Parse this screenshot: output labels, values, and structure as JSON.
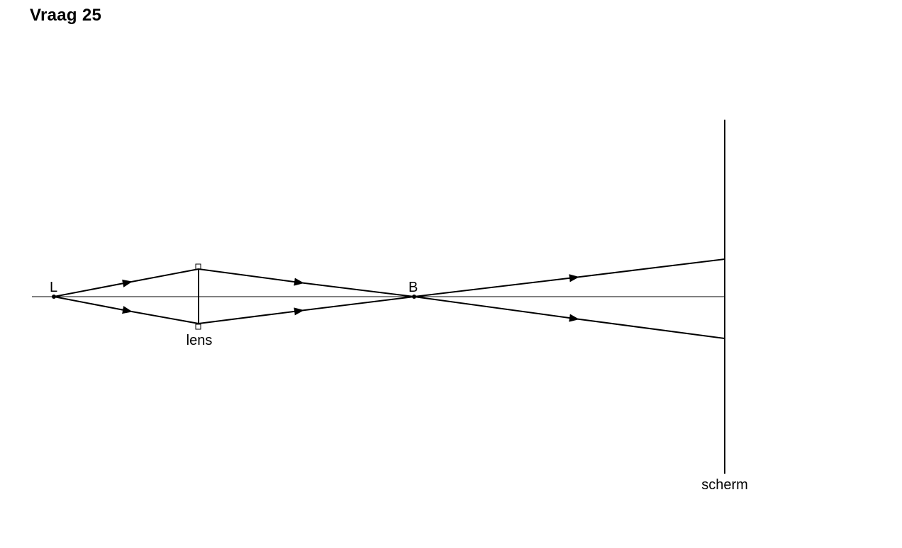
{
  "title": "Vraag 25",
  "labels": {
    "source": "L",
    "image": "B",
    "lens": "lens",
    "screen": "scherm"
  },
  "colors": {
    "line": "#000000",
    "background": "#ffffff"
  }
}
